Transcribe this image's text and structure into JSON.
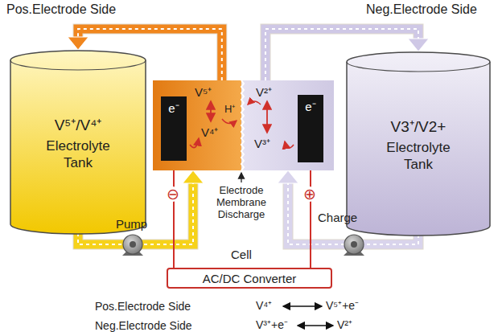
{
  "diagram": {
    "nodes": [
      {
        "text": [
          "V⁵⁺/V⁴⁺",
          "Electrolyte Tank"
        ]
      },
      {
        "text": [
          "V⁵⁺",
          "V⁴⁺"
        ]
      },
      {
        "text": [
          "e⁻"
        ],
        "in": 1
      },
      {
        "text": [
          "V²⁺",
          "V³⁺"
        ]
      },
      {
        "text": [
          "e⁻"
        ],
        "in": 3
      },
      {
        "text": [
          "V3⁺/V2+",
          "Electrolyte Tank"
        ]
      },
      {
        "text": [
          "AC/DC Converter"
        ]
      }
    ],
    "edges": [
      {
        "from": 1,
        "to": 0,
        "arrow": "to"
      },
      {
        "from": 0,
        "to": 1,
        "arrow": "to"
      },
      {
        "from": 3,
        "to": 5,
        "arrow": "to"
      },
      {
        "from": 5,
        "to": 3,
        "arrow": "to"
      },
      {
        "from": 2,
        "to": 6,
        "arrow": "none"
      },
      {
        "from": 4,
        "to": 6,
        "arrow": "none"
      }
    ],
    "labels": [
      "Pos.Electrode Side",
      "Neg.Electrode Side",
      "H⁺",
      "⊖",
      "⊕",
      "Electrode Membrane Discharge",
      "Pump",
      "Charge",
      "Cell",
      "Pos.Electrode Side",
      "V⁴⁺",
      "V⁵⁺+e⁻",
      "Neg.Electrode Side",
      "V³⁺+e⁻",
      "V²⁺"
    ]
  }
}
